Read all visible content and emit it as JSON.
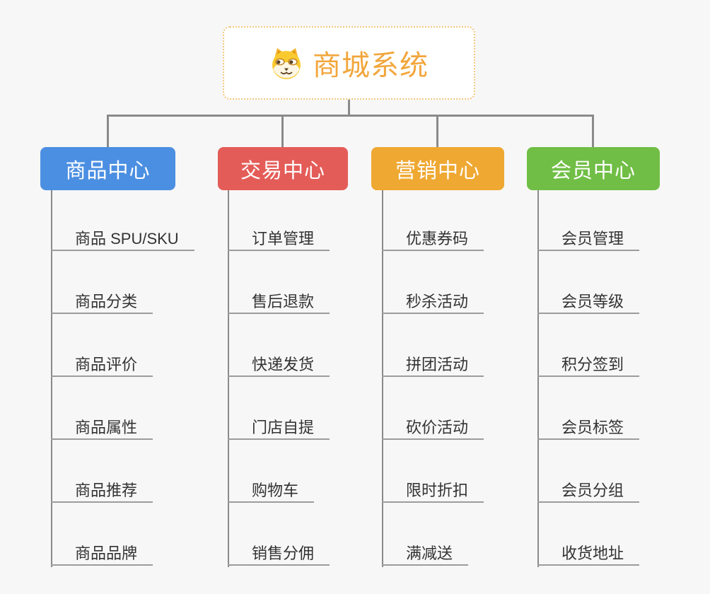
{
  "diagram": {
    "background": "#f7f7f7",
    "connector_color": "#8a8a8a",
    "root": {
      "label": "商城系统",
      "icon": "dog-face-icon",
      "text_color": "#f2a63c",
      "border_color": "#f3c77e"
    },
    "branches": [
      {
        "id": "product-center",
        "label": "商品中心",
        "color": "#4b8fe2",
        "items": [
          "商品 SPU/SKU",
          "商品分类",
          "商品评价",
          "商品属性",
          "商品推荐",
          "商品品牌"
        ]
      },
      {
        "id": "trade-center",
        "label": "交易中心",
        "color": "#e45c58",
        "items": [
          "订单管理",
          "售后退款",
          "快递发货",
          "门店自提",
          "购物车",
          "销售分佣"
        ]
      },
      {
        "id": "marketing-center",
        "label": "营销中心",
        "color": "#efa832",
        "items": [
          "优惠券码",
          "秒杀活动",
          "拼团活动",
          "砍价活动",
          "限时折扣",
          "满减送"
        ]
      },
      {
        "id": "member-center",
        "label": "会员中心",
        "color": "#70be45",
        "items": [
          "会员管理",
          "会员等级",
          "积分签到",
          "会员标签",
          "会员分组",
          "收货地址"
        ]
      }
    ]
  }
}
